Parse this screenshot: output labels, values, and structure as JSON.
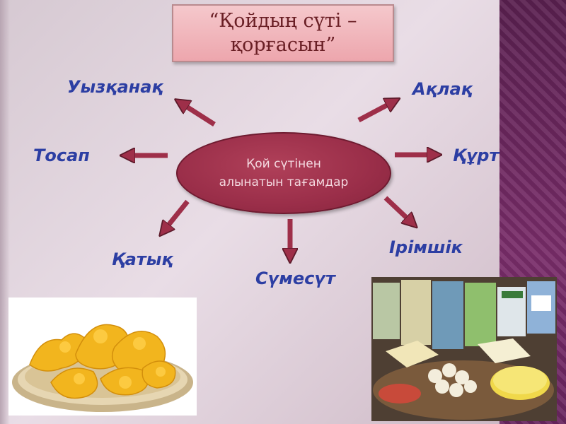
{
  "title": {
    "line1": "“Қойдың сүті –",
    "line2": "қорғасын”"
  },
  "center": {
    "line1": "Қой сүтінен",
    "line2": "алынатын тағамдар"
  },
  "products": {
    "uyzkanak": "Уызқанақ",
    "aklak": "Ақлақ",
    "tosap": "Тосап",
    "kurt": "Құрт",
    "katyk": "Қатық",
    "sumesut": "Сүмесүт",
    "irimshik": "Ірімшік"
  },
  "colors": {
    "arrow": "#9e2f49",
    "label": "#2c3ea3",
    "ellipse": "#9a2e49"
  }
}
